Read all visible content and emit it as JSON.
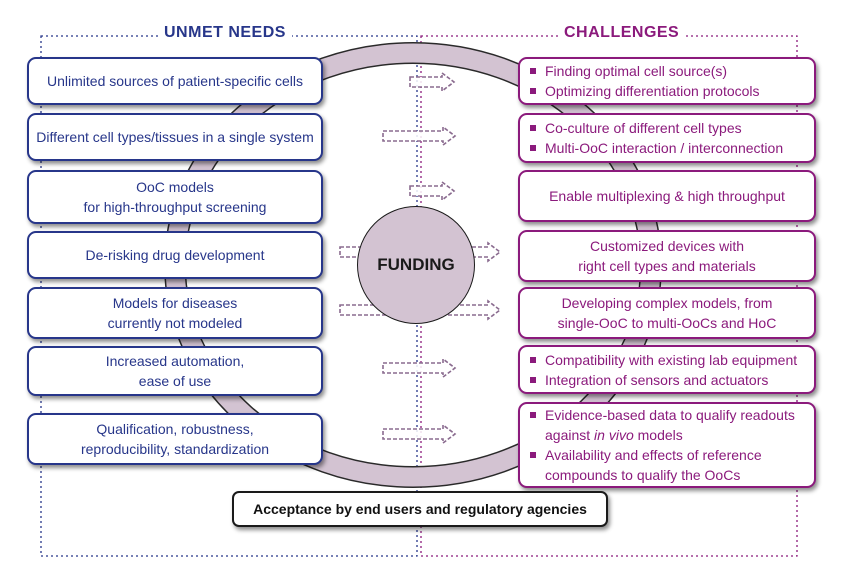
{
  "headers": {
    "left": "UNMET NEEDS",
    "right": "CHALLENGES"
  },
  "center": "FUNDING",
  "bottom": "Acceptance by end users and regulatory agencies",
  "needs": [
    {
      "lines": [
        "Unlimited sources of patient-specific cells"
      ]
    },
    {
      "lines": [
        "Different cell types/tissues in a single system"
      ]
    },
    {
      "lines": [
        "OoC models",
        "for high-throughput screening"
      ]
    },
    {
      "lines": [
        "De-risking drug development"
      ]
    },
    {
      "lines": [
        "Models for diseases",
        "currently not modeled"
      ]
    },
    {
      "lines": [
        "Increased automation,",
        "ease of use"
      ]
    },
    {
      "lines": [
        "Qualification, robustness,",
        "reproducibility, standardization"
      ]
    }
  ],
  "challenges": [
    {
      "bullets": [
        "Finding optimal cell source(s)",
        "Optimizing differentiation protocols"
      ]
    },
    {
      "bullets": [
        "Co-culture of different cell types",
        "Multi-OoC interaction / interconnection"
      ]
    },
    {
      "lines": [
        "Enable multiplexing & high throughput"
      ]
    },
    {
      "lines": [
        "Customized devices with",
        "right cell types and materials"
      ]
    },
    {
      "lines": [
        "Developing complex models, from",
        "single-OoC to multi-OoCs and HoC"
      ]
    },
    {
      "bullets": [
        "Compatibility with existing lab equipment",
        "Integration of sensors and actuators"
      ]
    },
    {
      "bullets": [
        "Evidence-based data to qualify readouts against in vivo models",
        "Availability and effects of reference compounds to qualify the OoCs"
      ]
    }
  ],
  "colors": {
    "needs": "#27368a",
    "challenges": "#8b1a7c",
    "ring": "#d3c3d2",
    "arrow": "#8a6b8f"
  }
}
